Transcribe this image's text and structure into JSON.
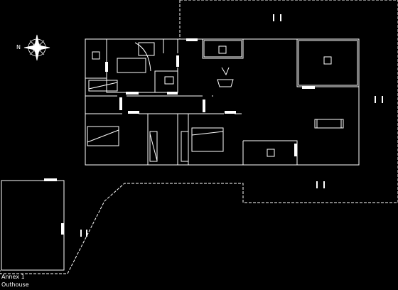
{
  "compass": {
    "north_label": "N",
    "icon": "compass-rose-icon"
  },
  "annex": {
    "line1": "Annex 1",
    "line2": "Outhouse"
  },
  "colors": {
    "background": "#000000",
    "line": "#ffffff"
  },
  "icons": {
    "terrace": "terrace-symbol-icon",
    "bed": "bed-icon",
    "sofa": "sofa-icon",
    "stove": "wood-stove-icon",
    "toilet": "toilet-icon",
    "shower": "shower-icon",
    "sink": "sink-icon",
    "washer": "washing-machine-icon",
    "cabinet": "cabinet-icon"
  }
}
